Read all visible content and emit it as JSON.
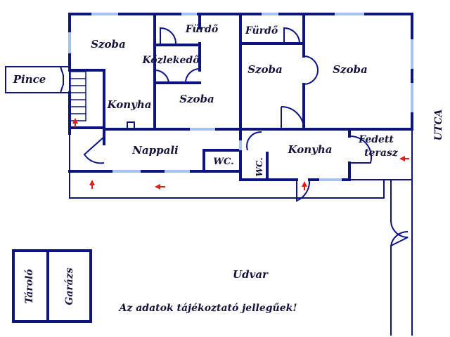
{
  "rooms": {
    "szoba_top_left": "Szoba",
    "furdo_1": "Fürdő",
    "furdo_2": "Fürdő",
    "kozlekedo": "Közlekedő",
    "szoba_center": "Szoba",
    "szoba_right_small": "Szoba",
    "szoba_right_large": "Szoba",
    "pince": "Pince",
    "konyha_left": "Konyha",
    "nappali": "Nappali",
    "wc_1": "WC.",
    "wc_2": "WC.",
    "konyha_right": "Konyha",
    "fedett_line1": "Fedett",
    "fedett_line2": "terasz",
    "utca": "UTCA",
    "udvar": "Udvar",
    "tarolo": "Tároló",
    "garazs": "Garázs"
  },
  "note": "Az adatok tájékoztató jellegűek!",
  "colors": {
    "wall": "#0d1480",
    "window": "#a7c4ef",
    "arrow": "#e01b1b",
    "text": "#14143c"
  }
}
